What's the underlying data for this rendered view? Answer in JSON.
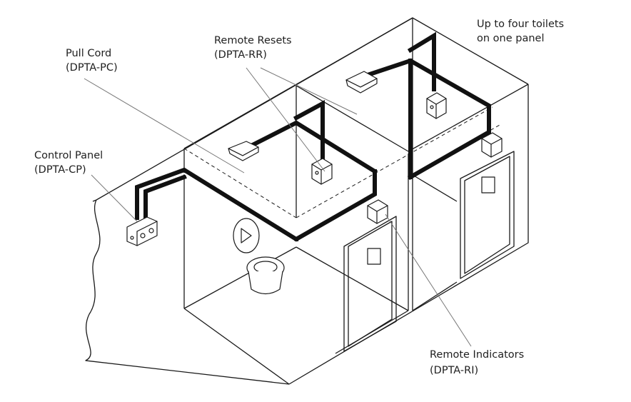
{
  "labels": {
    "pull_cord": {
      "name": "Pull Cord",
      "code": "(DPTA-PC)"
    },
    "remote_resets": {
      "name": "Remote Resets",
      "code": "(DPTA-RR)"
    },
    "four_toilets": {
      "line1": "Up to four toilets",
      "line2": "on one panel"
    },
    "control_panel": {
      "name": "Control Panel",
      "code": "(DPTA-CP)"
    },
    "remote_indicators": {
      "name": "Remote Indicators",
      "code": "(DPTA-RI)"
    }
  },
  "icons": [
    "ceiling-pull-cord-icon",
    "remote-reset-icon",
    "remote-indicator-icon",
    "control-panel-icon",
    "toilet-icon",
    "accessible-sign-icon"
  ],
  "colors": {
    "line": "#1a1a1a",
    "text": "#1f1f1f",
    "leader": "#777777"
  }
}
